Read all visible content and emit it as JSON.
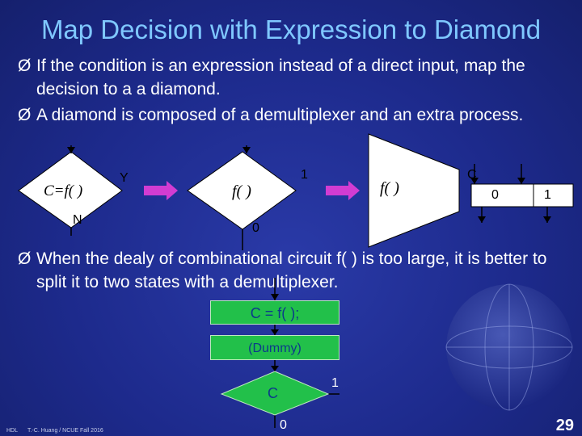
{
  "slide": {
    "title": "Map Decision with Expression to Diamond",
    "bullets": [
      "If the condition is an expression instead of a direct input, map the decision to a a diamond.",
      "A diamond is composed of a demultiplexer and an extra process.",
      "When the dealy of combinational circuit f( ) is too large, it is better to split it to two states with a demultiplexer."
    ],
    "bullet_marker": "Ø"
  },
  "top_diagram": {
    "decision_label": "C=f( )",
    "yes_label": "Y",
    "no_label": "N",
    "process_label": "f( )",
    "branch_one": "1",
    "branch_zero": "0",
    "demux_label": "f( )",
    "demux_select": "C",
    "demux_out_zero": "0",
    "demux_out_one": "1"
  },
  "bottom_diagram": {
    "state_one": "C = f( );",
    "state_two": "(Dummy)",
    "decision": "C",
    "branch_one": "1",
    "branch_zero": "0"
  },
  "footer": {
    "course": "HDL",
    "author": "T.-C. Huang / NCUE  Fall 2016",
    "page": "29"
  },
  "colors": {
    "background": "#1d2a8c",
    "title": "#7fc8ff",
    "arrow_magenta": "#d23cd2",
    "box_green": "#22c04a",
    "box_text": "#0c3a8a"
  }
}
